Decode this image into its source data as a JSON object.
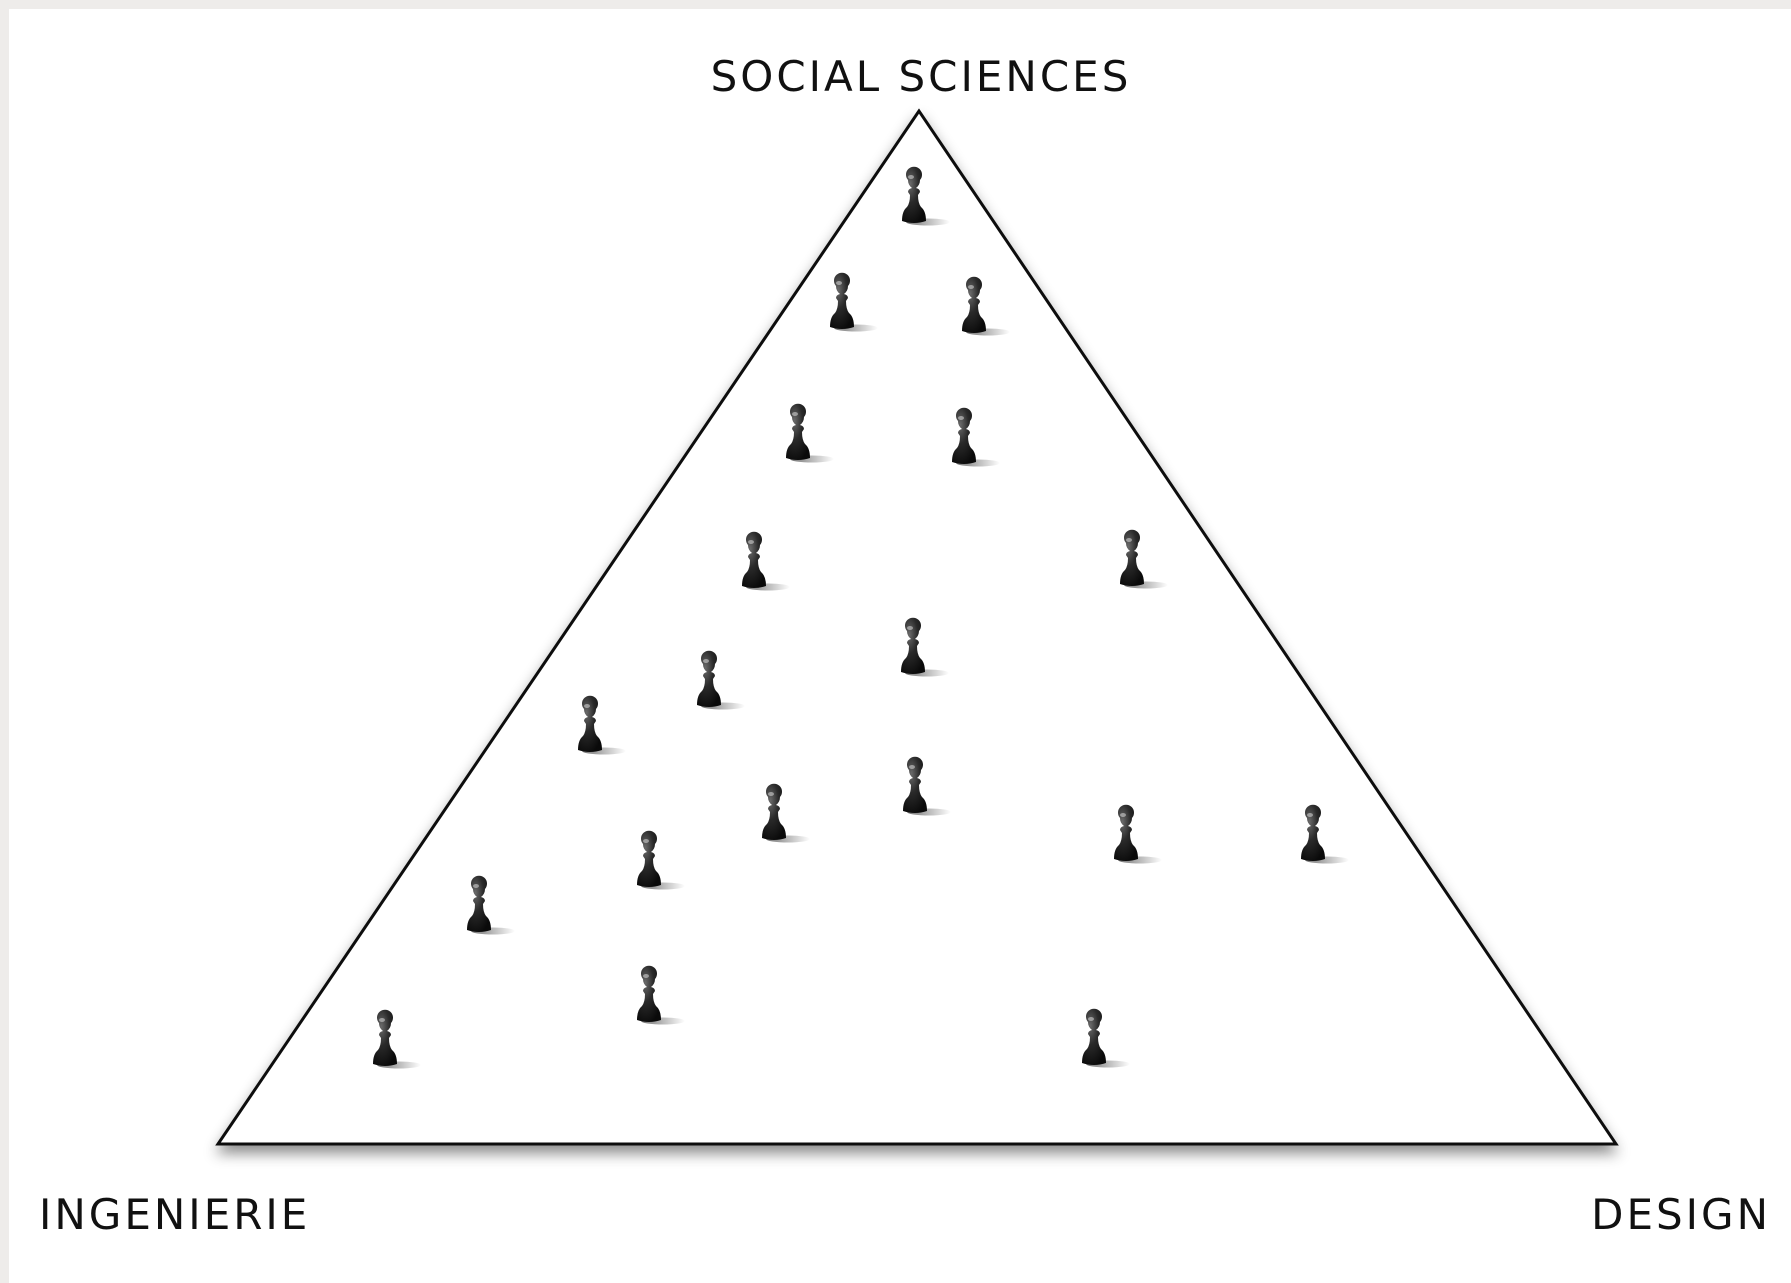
{
  "labels": {
    "top": "SOCIAL SCIENCES",
    "bottom_left": "INGENIERIE",
    "bottom_right": "DESIGN"
  },
  "colors": {
    "background": "#ffffff",
    "outer_border": "#eeecea",
    "triangle_stroke": "#111111",
    "pawn": "#1a1a1a",
    "text": "#111111"
  },
  "icon": "pawn-icon"
}
